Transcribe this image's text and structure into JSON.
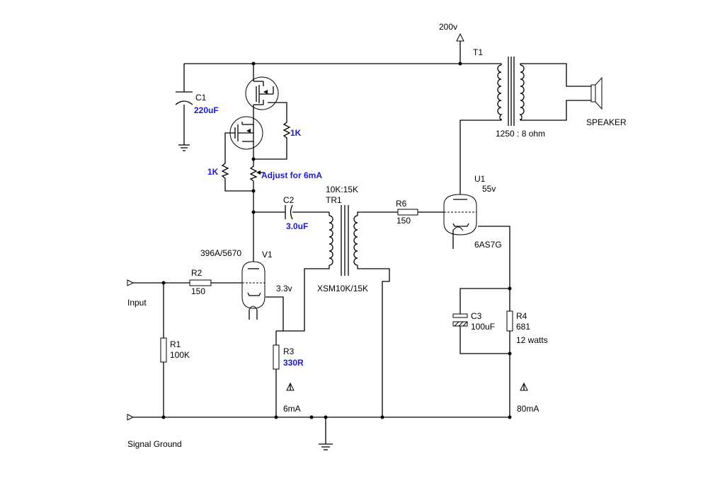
{
  "supply": {
    "label": "200v"
  },
  "transformer_out": {
    "ref": "T1",
    "ratio": "1250 : 8 ohm"
  },
  "speaker": {
    "label": "SPEAKER"
  },
  "c1": {
    "ref": "C1",
    "value": "220uF"
  },
  "mosfet_r_upper": {
    "value": "1K"
  },
  "mosfet_r_lower": {
    "value": "1K"
  },
  "adjust": {
    "label": "Adjust for 6mA"
  },
  "c2": {
    "ref": "C2",
    "value": "3.0uF"
  },
  "tr1": {
    "ratio": "10K:15K",
    "ref": "TR1",
    "part": "XSM10K/15K"
  },
  "r6": {
    "ref": "R6",
    "value": "150"
  },
  "u1": {
    "ref": "U1",
    "voltage": "55v",
    "part": "6AS7G"
  },
  "v1": {
    "part": "396A/5670",
    "ref": "V1",
    "voltage": "3.3v"
  },
  "r2": {
    "ref": "R2",
    "value": "150"
  },
  "input": {
    "label": "Input"
  },
  "r1": {
    "ref": "R1",
    "value": "100K"
  },
  "r3": {
    "ref": "R3",
    "value": "330R"
  },
  "current_v1": {
    "label": "6mA"
  },
  "c3": {
    "ref": "C3",
    "value": "100uF"
  },
  "r4": {
    "ref": "R4",
    "value": "681",
    "power": "12 watts"
  },
  "current_u1": {
    "label": "80mA"
  },
  "ground": {
    "label": "Signal Ground"
  },
  "colors": {
    "wire": "#000000",
    "value_highlight": "#1a1acc"
  }
}
